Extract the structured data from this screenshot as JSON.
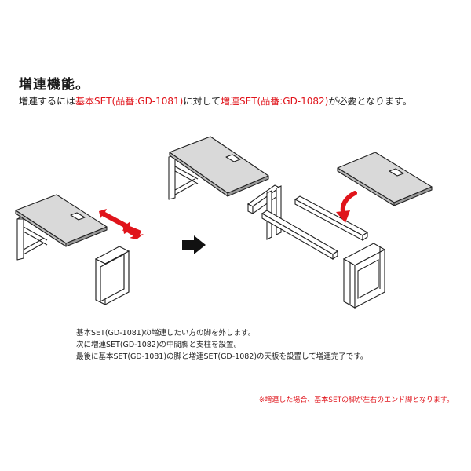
{
  "header": {
    "title": "増連機能。",
    "subtitle": {
      "part1": "増連するには",
      "part2_red": "基本SET(品番:GD-1081)",
      "part3": "に対して",
      "part4_red": "増連SET(品番:GD-1082)",
      "part5": "が必要となります。"
    }
  },
  "steps": [
    "基本SET(GD-1081)の増連したい方の脚を外します。",
    "次に増連SET(GD-1082)の中間脚と支柱を設置。",
    "最後に基本SET(GD-1081)の脚と増連SET(GD-1082)の天板を設置して増連完了です。"
  ],
  "note": "※増連した場合、基本SETの脚が左右のエンド脚となります。",
  "colors": {
    "accent_red": "#e0141b",
    "top_gray": "#d9d9d9",
    "line": "#222222"
  }
}
